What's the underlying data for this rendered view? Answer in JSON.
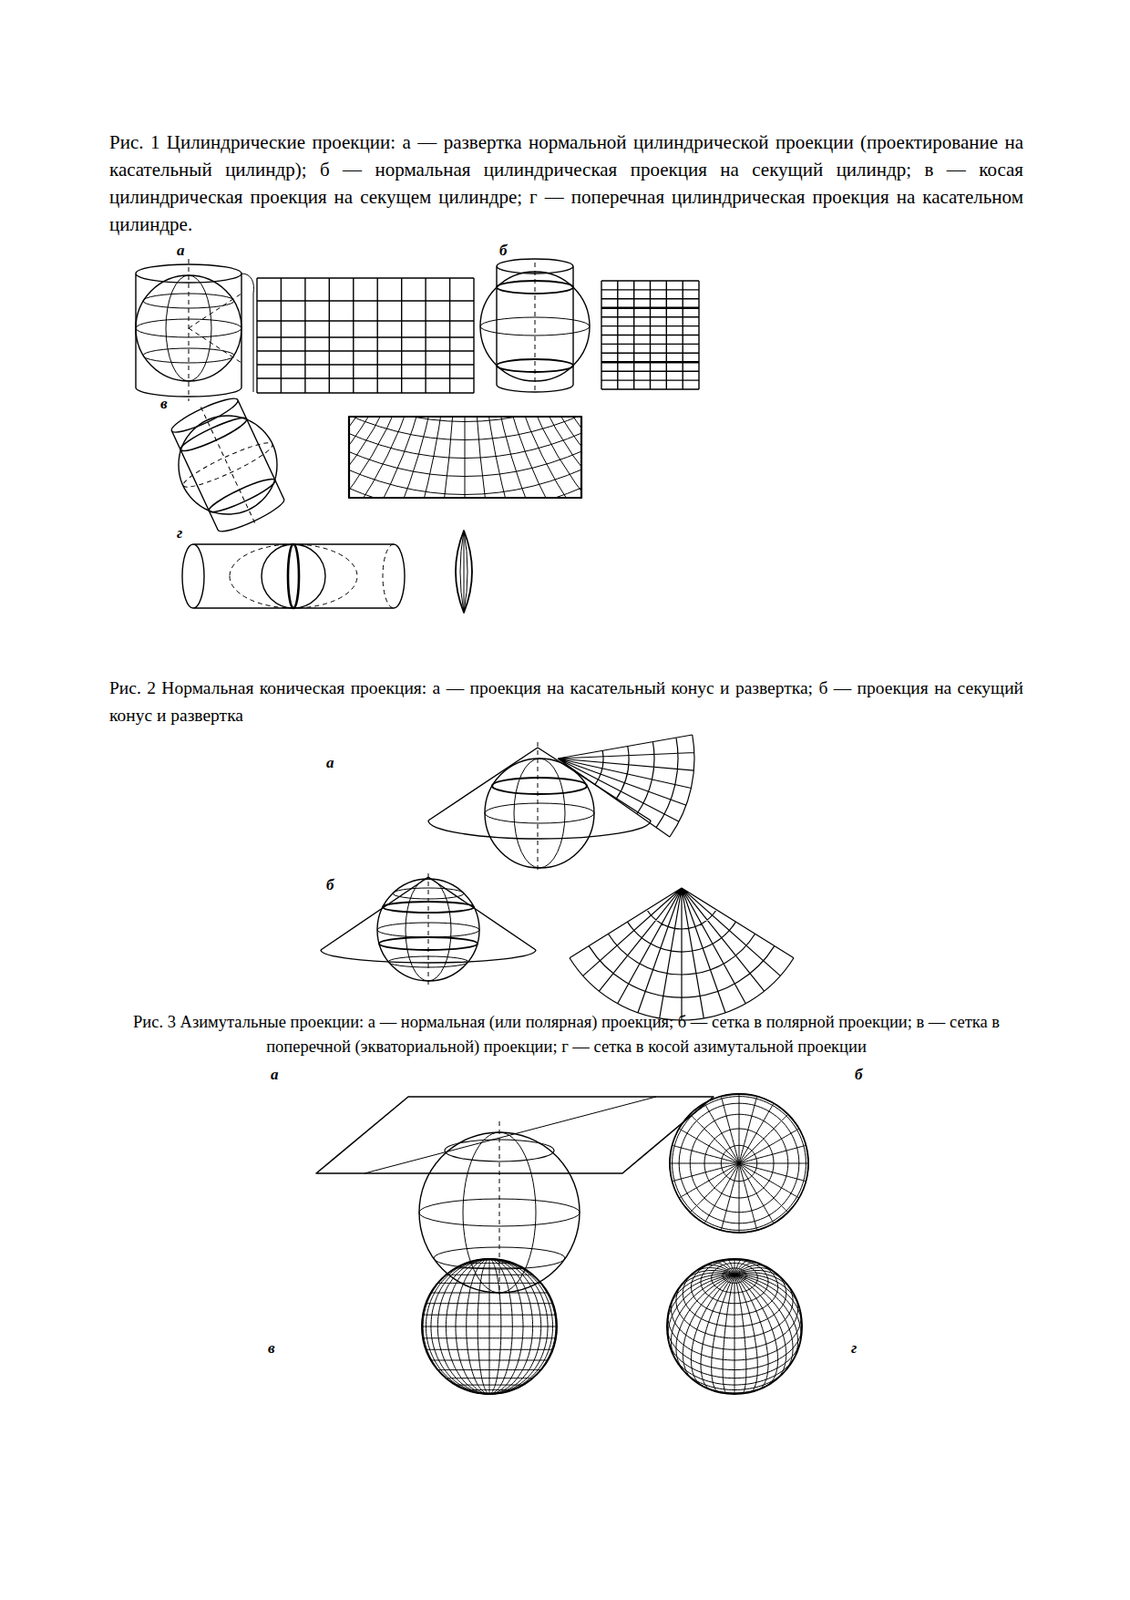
{
  "diagram": {
    "labels": [
      "Рис. 1 Цилиндрические проекции: а — развертка нормальной цилиндрической проекции (проектирование на касательный цилиндр); б — нормальная цилиндрическая проекция на секущий цилиндр; в — косая цилиндрическая проекция на секущем цилиндре; г — поперечная цилиндрическая проекция на касательном цилиндре.",
      "а",
      "б",
      "в",
      "г",
      "Рис. 2 Нормальная коническая проекция: а — проекция на касательный конус и развертка; б — проекция на секущий конус и развертка",
      "а",
      "б",
      "Рис. 3 Азимутальные проекции: а — нормальная (или полярная) проекция; б — сетка в полярной проекции; в — сетка в поперечной (экваториальной) проекции; г — сетка в косой азимутальной проекции",
      "а",
      "б",
      "в",
      "г"
    ]
  }
}
